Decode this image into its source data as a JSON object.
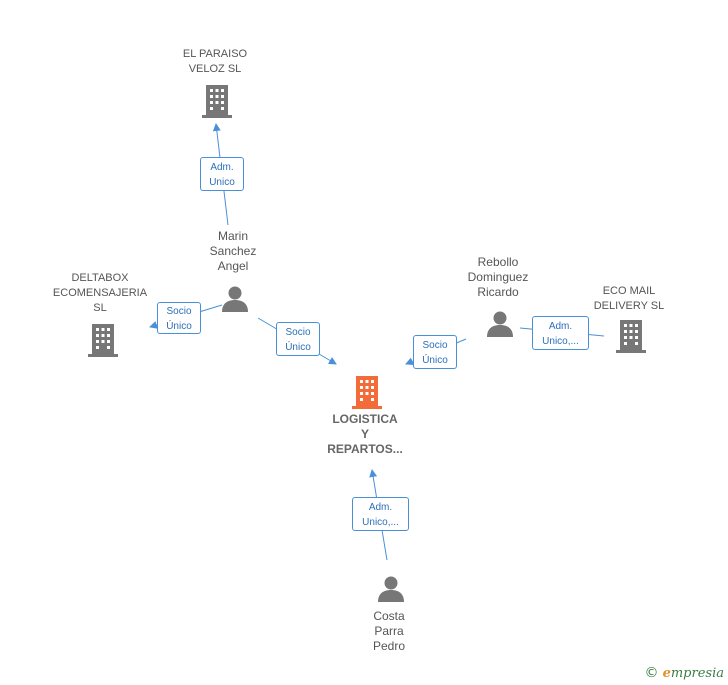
{
  "nodes": {
    "center": {
      "label": "LOGISTICA\nY\nREPARTOS...",
      "color": "#f26b38"
    },
    "paraiso": {
      "label": "EL PARAISO\nVELOZ  SL"
    },
    "deltabox": {
      "label": "DELTABOX\nECOMENSAJERIA\nSL"
    },
    "ecomail": {
      "label": "ECO MAIL\nDELIVERY  SL"
    },
    "marin": {
      "label": "Marin\nSanchez\nAngel"
    },
    "rebollo": {
      "label": "Rebollo\nDominguez\nRicardo"
    },
    "costa": {
      "label": "Costa\nParra\nPedro"
    }
  },
  "edges": {
    "marin_paraiso": "Adm.\nUnico",
    "marin_deltabox": "Socio\nÚnico",
    "marin_center": "Socio\nÚnico",
    "rebollo_center": "Socio\nÚnico",
    "rebollo_ecomail": "Adm.\nUnico,...",
    "costa_center": "Adm.\nUnico,..."
  },
  "colors": {
    "edge": "#4a90d9",
    "company_icon": "#777777",
    "person_icon": "#777777"
  },
  "brand": {
    "symbol": "©",
    "initial": "e",
    "name": "mpresia"
  }
}
